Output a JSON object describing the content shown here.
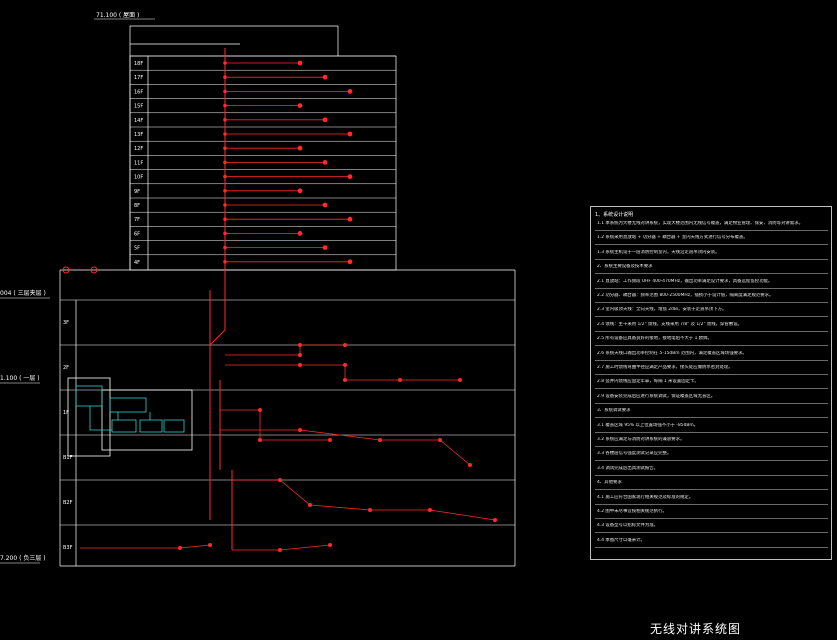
{
  "drawing_title": "无线对讲系统图",
  "building_labels": {
    "top_feed": "71.100 ( 屋面 )",
    "left_feed_1": "004 ( 三层夹层 )",
    "left_feed_2": "1.100 ( 一层 )",
    "left_feed_3": "7.200 ( 负三层 )"
  },
  "floors": [
    "18F",
    "17F",
    "16F",
    "15F",
    "14F",
    "13F",
    "12F",
    "11F",
    "10F",
    "9F",
    "8F",
    "7F",
    "6F",
    "5F",
    "4F",
    "3F",
    "2F",
    "1F",
    "B1F",
    "B2F",
    "B3F"
  ],
  "notes": {
    "heading": "1、系统设计说明",
    "lines": [
      "1.1 本系统为大楼无线对讲系统，实现大楼范围内无线信号覆盖，满足物业管理、保安、消防等对讲需求。",
      "1.2 系统采用直放站 + 功分器 + 耦合器 + 室内天线方式进行信号分布覆盖。",
      "1.3 系统主机设于一层消防控制室内，天线沿走道吊顶内安装。",
      "2、系统主要设备及技术要求",
      "2.1 直放站：工作频段 UHF 400-470MHz，输出功率满足设计要求，具备远程监控功能。",
      "2.2 功分器、耦合器：频率范围 800-2500MHz，插损小于设计值，隔离度满足规范要求。",
      "2.3 室内吸顶天线：全向天线，增益 2dBi，安装于走道吊顶下方。",
      "2.4 馈线：主干采用 1/2\" 馈线，支线采用 7/8\" 及 1/2\" 馈线，穿管敷设。",
      "2.5 所有设备应具备良好的接地，接地电阻不大于 1 欧姆。",
      "2.6 系统天线口输出功率控制在 5-15dBm 范围内，满足覆盖区域场强要求。",
      "2.7 施工时馈线弯曲半径应满足产品要求，接头处应做防水密封处理。",
      "2.8 竖井内馈线应固定牢靠，每隔 1 米设置固定卡。",
      "2.9 设备安装完成后应进行系统调试，保证覆盖区域无盲区。",
      "3、系统调试要求",
      "3.1 覆盖区域 95% 以上位置场强不小于 -85dBm。",
      "3.2 系统应满足与消防对讲系统的兼容要求。",
      "3.3 各楼层信号强度测试记录应完整。",
      "3.4 调试完成后出具测试报告。",
      "4、其他要求",
      "4.1 施工应符合国家现行相关规范及标准的规定。",
      "4.2 图中未尽事宜按相关规范执行。",
      "4.3 设备型号以招标文件为准。",
      "4.4 本图尺寸以毫米计。"
    ]
  },
  "colors": {
    "background": "#000000",
    "line": "#ffffff",
    "antenna": "#ff2a2a",
    "label": "#ffffff",
    "equipment": "#2fd2d2"
  }
}
